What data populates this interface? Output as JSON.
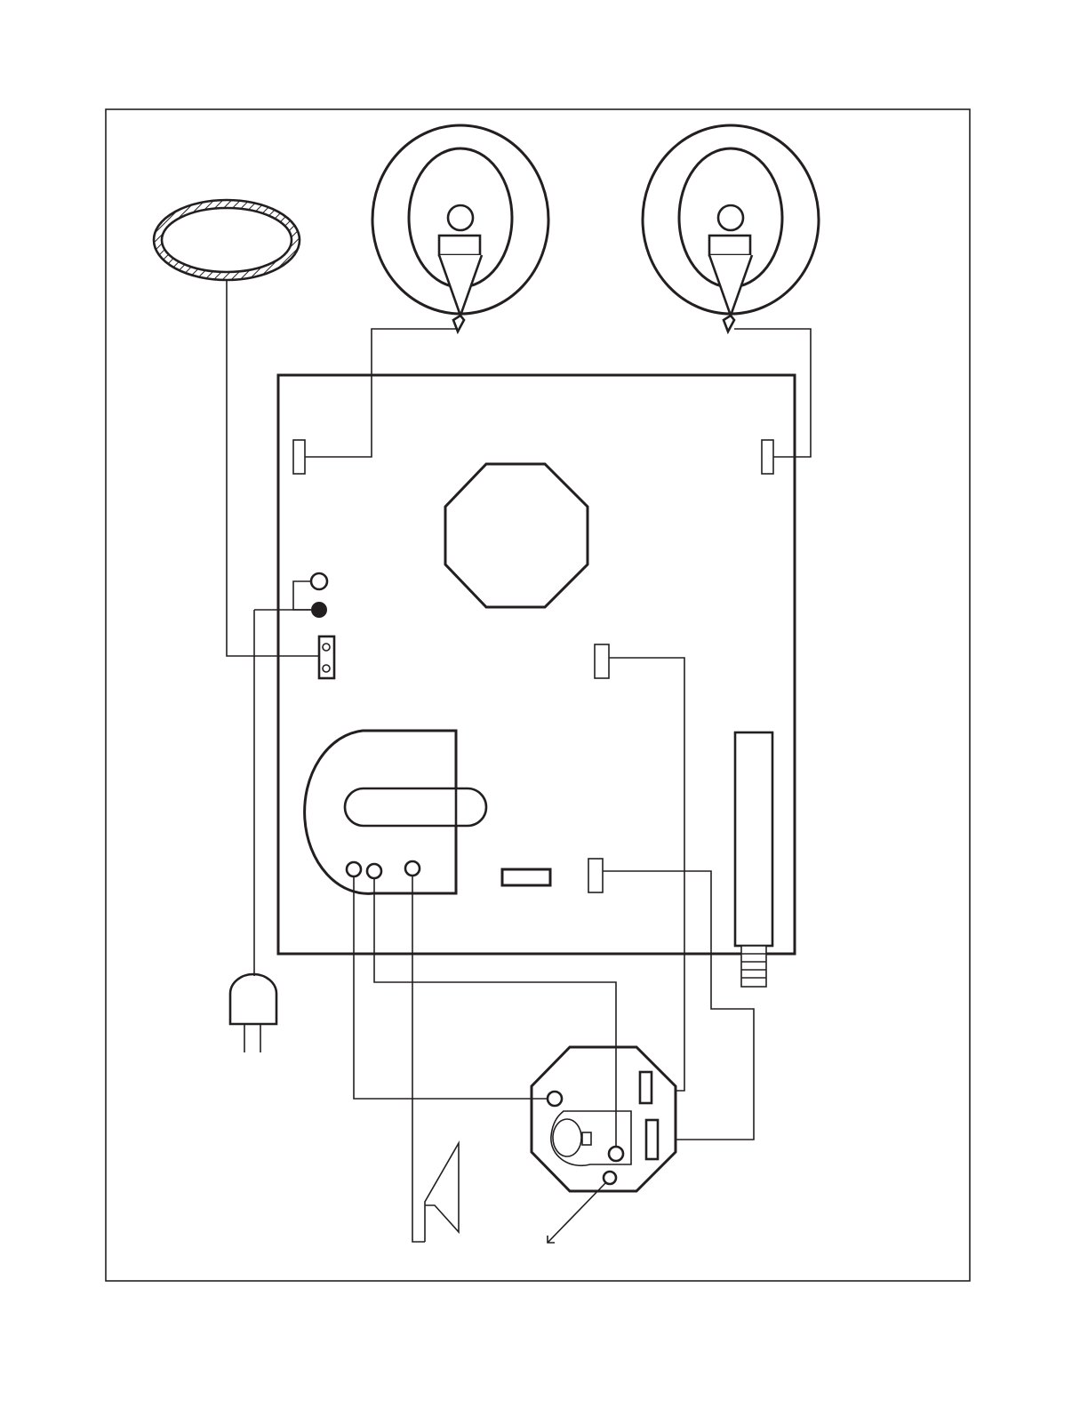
{
  "diagram": {
    "ink_color": "#231f20",
    "background_color": "#ffffff",
    "components": [
      "loop-antenna",
      "speaker-left",
      "speaker-right",
      "main-board",
      "octagon-component",
      "indicator-leds",
      "antenna-terminal",
      "board-connector",
      "radio-tuner-module",
      "slide-switch",
      "battery-tube",
      "ac-power-plug",
      "control-module",
      "wire-antenna-lead"
    ]
  }
}
